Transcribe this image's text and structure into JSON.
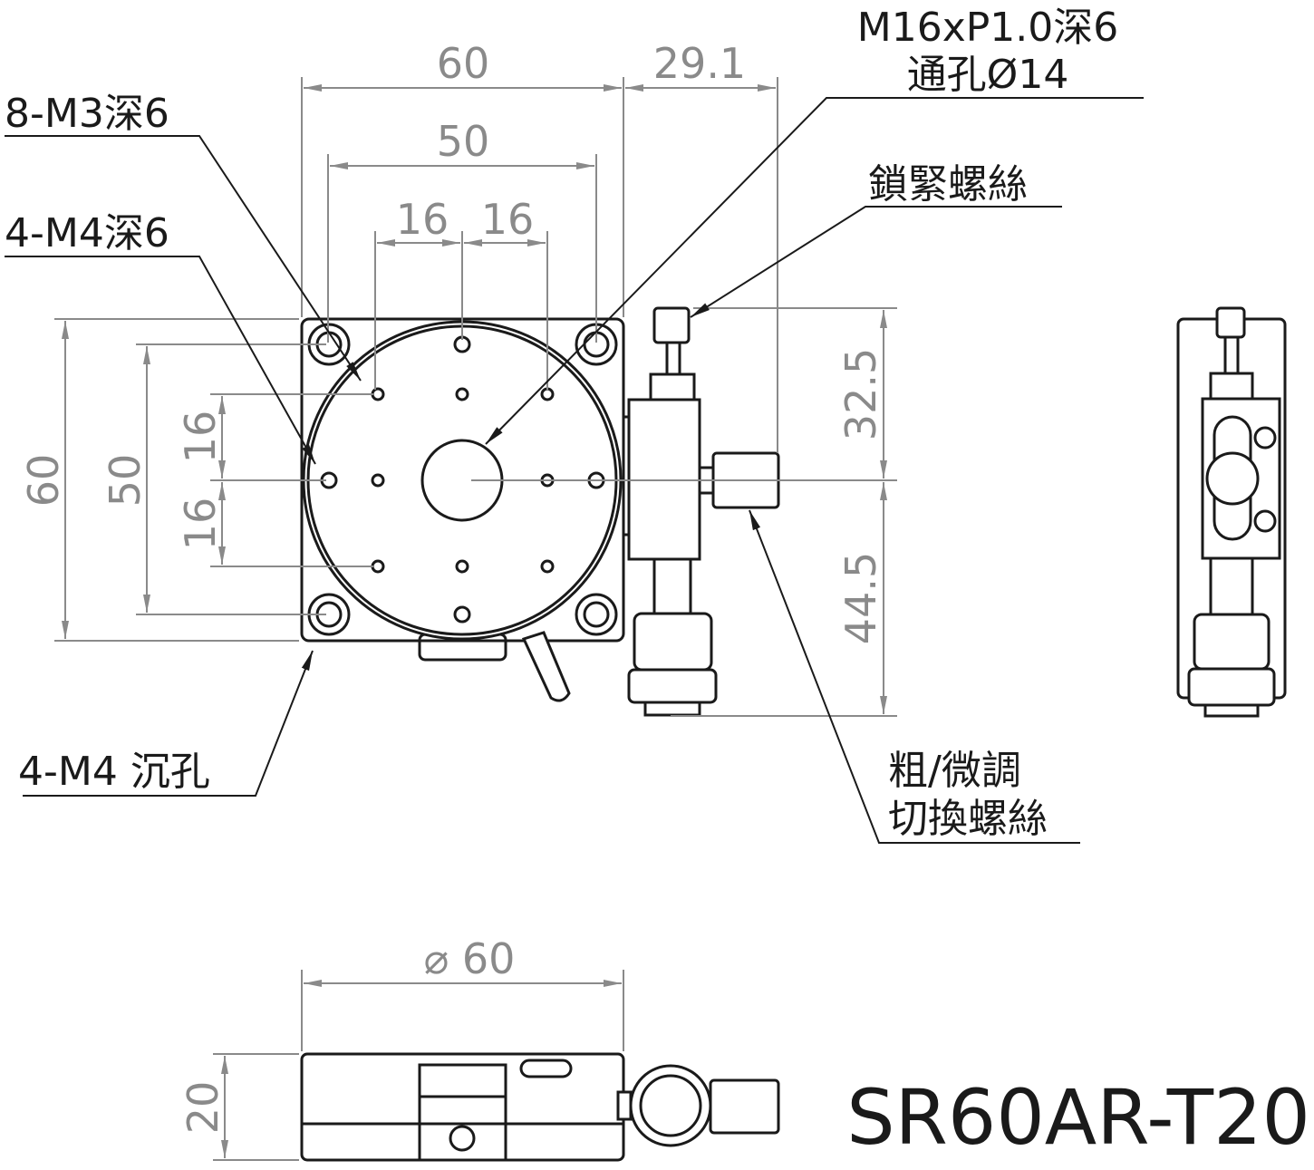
{
  "dimensions": {
    "top_width": "60",
    "knob_offset": "29.1",
    "hole_span_50": "50",
    "hole_pitch_left": "16",
    "hole_pitch_right": "16",
    "left_height": "60",
    "left_hole_span": "50",
    "left_pitch_top": "16",
    "left_pitch_bottom": "16",
    "right_upper": "32.5",
    "right_lower": "44.5",
    "diameter": "⌀ 60",
    "height": "20"
  },
  "callouts": {
    "center_thread_line1": "M16xP1.0深6",
    "center_thread_line2": "通孔Ø14",
    "m3_holes": "8-M3深6",
    "m4_holes": "4-M4深6",
    "lock_screw": "鎖緊螺絲",
    "counterbore": "4-M4 沉孔",
    "switch_screw_line1": "粗/微調",
    "switch_screw_line2": "切換螺絲"
  },
  "model": "SR60AR-T20",
  "colors": {
    "dimension": "#8a8a8a",
    "outline": "#1a1a1a"
  }
}
